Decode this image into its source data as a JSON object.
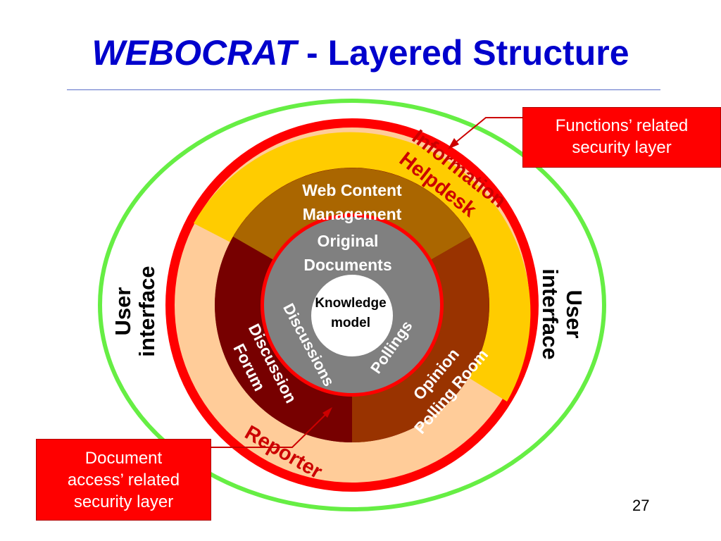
{
  "title": {
    "brand": "WEBOCRAT",
    "rest": " - Layered Structure"
  },
  "rings": {
    "user_interface_left": [
      "User",
      "interface"
    ],
    "user_interface_right": [
      "User",
      "interface"
    ],
    "information_helpdesk": [
      "Information",
      "Helpdesk"
    ],
    "reporter": "Reporter",
    "web_content_management": [
      "Web Content",
      "Management"
    ],
    "discussion_forum": [
      "Discussion",
      "Forum"
    ],
    "opinion_polling_room": [
      "Opinion",
      "Polling Room"
    ],
    "original_documents": [
      "Original",
      "Documents"
    ],
    "discussions": "Discussions",
    "pollings": "Pollings",
    "knowledge_model": [
      "Knowledge",
      "model"
    ]
  },
  "callouts": {
    "functions_security": [
      "Functions’ related",
      "security layer"
    ],
    "document_security": [
      "Document",
      "access’ related",
      "security layer"
    ]
  },
  "page_number": "27",
  "colors": {
    "title": "#0000cc",
    "outer_ring": "#66ee44",
    "security_ring": "#ff0000",
    "helpdesk_sector": "#ffcc00",
    "reporter_sector": "#ffcc99",
    "web_content_sector": "#aa6600",
    "discussion_sector": "#770000",
    "polling_sector": "#993300",
    "documents_ring": "#808080",
    "knowledge_core": "#ffffff"
  }
}
